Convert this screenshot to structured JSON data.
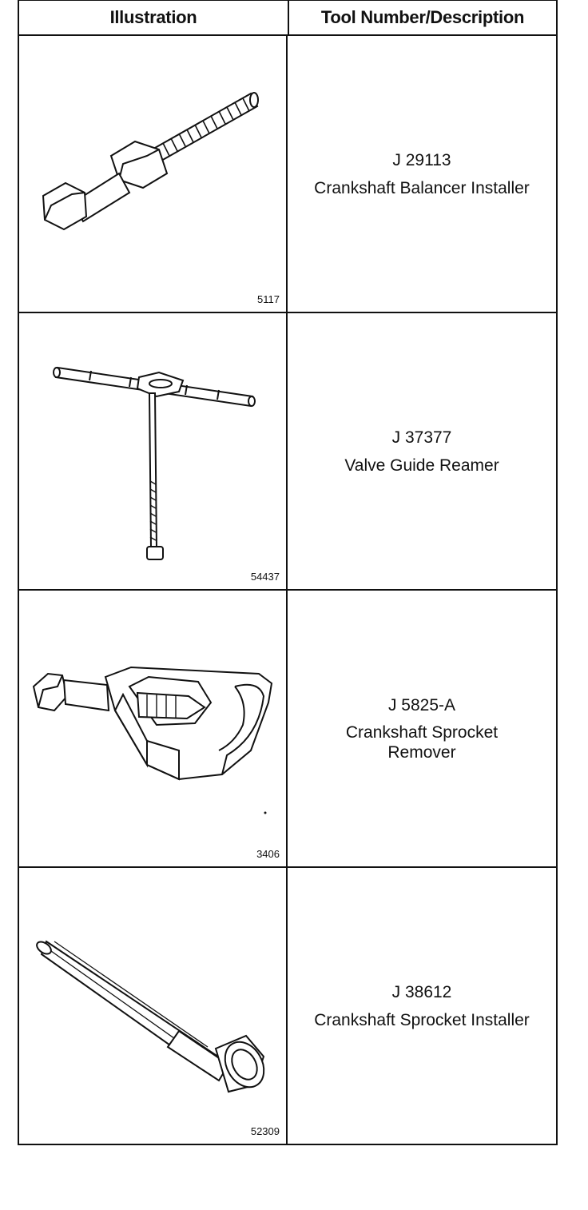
{
  "header": {
    "illustration": "Illustration",
    "tool": "Tool Number/Description"
  },
  "tools": [
    {
      "figure": "5117",
      "number": "J 29113",
      "description": "Crankshaft Balancer Installer",
      "icon": "balancer-installer-bolt-icon"
    },
    {
      "figure": "54437",
      "number": "J 37377",
      "description": "Valve Guide Reamer",
      "icon": "t-handle-reamer-icon"
    },
    {
      "figure": "3406",
      "number": "J 5825-A",
      "description": "Crankshaft Sprocket Remover",
      "icon": "sprocket-puller-icon"
    },
    {
      "figure": "52309",
      "number": "J 38612",
      "description": "Crankshaft Sprocket Installer",
      "icon": "sprocket-installer-tube-icon"
    }
  ]
}
